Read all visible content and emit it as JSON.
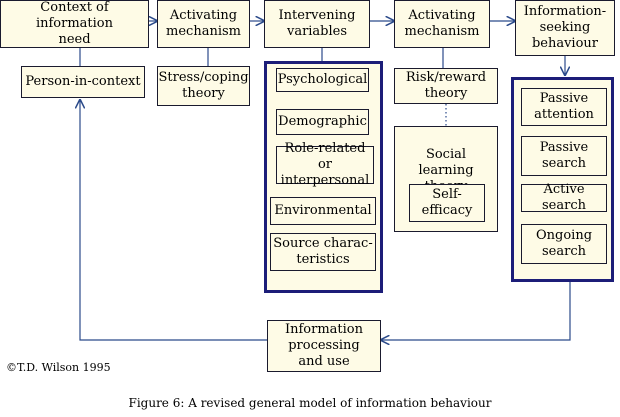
{
  "boxes": {
    "context_need": "Context of information\nneed",
    "activating_1": "Activating\nmechanism",
    "intervening": "Intervening\nvariables",
    "activating_2": "Activating\nmechanism",
    "info_seeking": "Information-\nseeking\nbehaviour",
    "person_in_context": "Person-in-context",
    "stress_coping": "Stress/coping\ntheory",
    "risk_reward": "Risk/reward\ntheory",
    "social_learning": "Social learning\ntheory",
    "self_efficacy": "Self-\nefficacy",
    "info_processing": "Information\nprocessing\nand use"
  },
  "variables": [
    "Psychological",
    "Demographic",
    "Role-related or\ninterpersonal",
    "Environmental",
    "Source charac-\nteristics"
  ],
  "behaviours": [
    "Passive\nattention",
    "Passive\nsearch",
    "Active search",
    "Ongoing\nsearch"
  ],
  "copyright": "©T.D. Wilson 1995",
  "caption": "Figure 6:  A revised general model of information behaviour"
}
